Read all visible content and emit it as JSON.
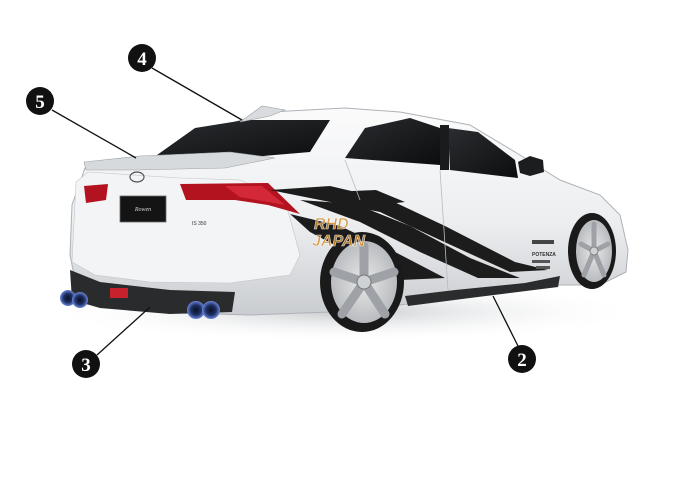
{
  "image": {
    "subject": "rear three-quarter view of a white sedan with body kit and black side graphics",
    "watermark": {
      "line1": "RHD",
      "line2": "JAPAN",
      "color": "#d08a2a"
    },
    "badges": {
      "rear_model": "IS 350",
      "plate_brand": "Rowen"
    },
    "side_decals": [
      "POTENZA"
    ]
  },
  "callouts": [
    {
      "number": "4",
      "part": "roof spoiler"
    },
    {
      "number": "5",
      "part": "trunk spoiler"
    },
    {
      "number": "3",
      "part": "rear bumper diffuser"
    },
    {
      "number": "2",
      "part": "side skirt"
    }
  ],
  "colors": {
    "callout_fill": "#111111",
    "body": "#eef0f2",
    "graphic_stripes": "#1c1c1c",
    "taillight": "#b3121f",
    "exhaust_tip": "#3a5fb0"
  }
}
